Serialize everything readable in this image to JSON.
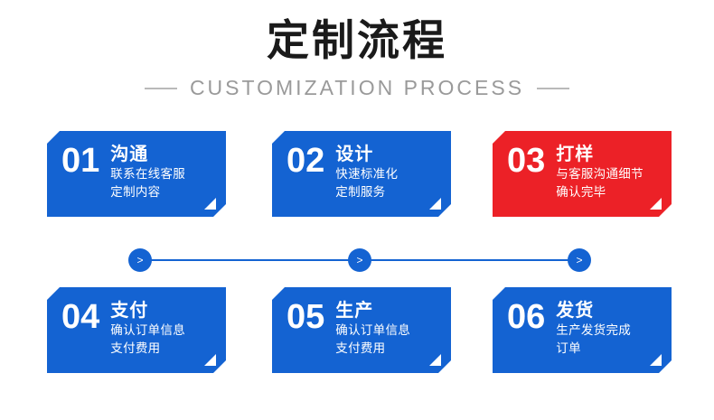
{
  "header": {
    "title_cn": "定制流程",
    "title_en": "CUSTOMIZATION PROCESS"
  },
  "colors": {
    "blue": "#1463d2",
    "red": "#ec2127",
    "title": "#1a1a1a",
    "subtitle": "#9a9a9a",
    "white": "#ffffff"
  },
  "steps": [
    {
      "number": "01",
      "heading": "沟通",
      "line1": "联系在线客服",
      "line2": "定制内容",
      "color": "blue"
    },
    {
      "number": "02",
      "heading": "设计",
      "line1": "快速标准化",
      "line2": "定制服务",
      "color": "blue"
    },
    {
      "number": "03",
      "heading": "打样",
      "line1": "与客服沟通细节",
      "line2": "确认完毕",
      "color": "red"
    },
    {
      "number": "04",
      "heading": "支付",
      "line1": "确认订单信息",
      "line2": "支付费用",
      "color": "blue"
    },
    {
      "number": "05",
      "heading": "生产",
      "line1": "确认订单信息",
      "line2": "支付费用",
      "color": "blue"
    },
    {
      "number": "06",
      "heading": "发货",
      "line1": "生产发货完成",
      "line2": "订单",
      "color": "blue"
    }
  ],
  "connector": {
    "markers": [
      ">",
      ">",
      ">"
    ]
  }
}
